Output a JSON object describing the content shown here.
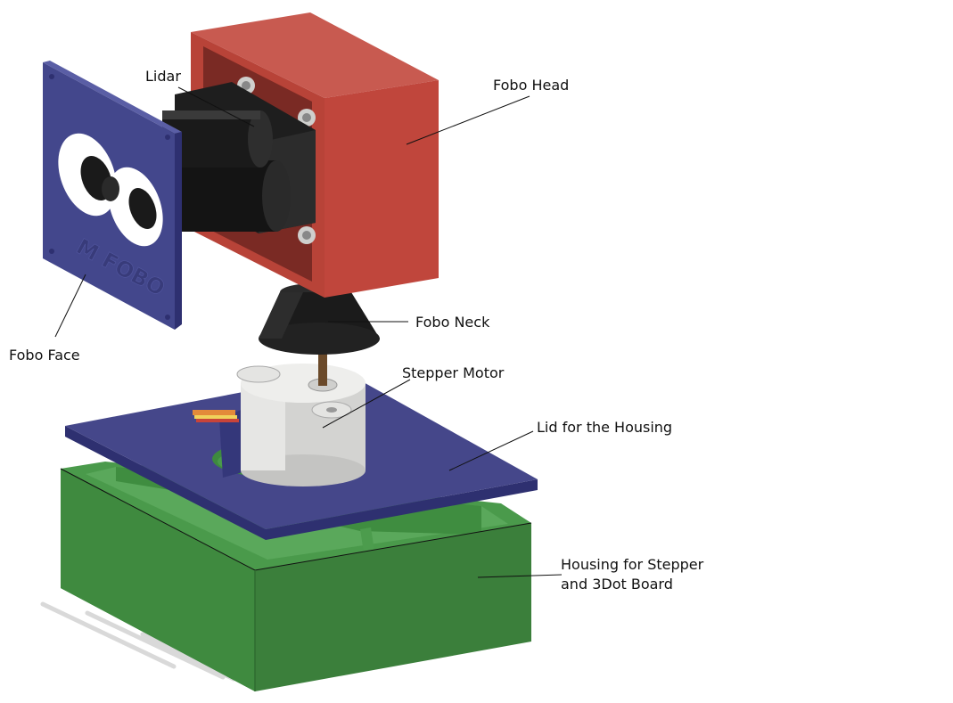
{
  "callouts": {
    "lidar": "Lidar",
    "fobo_head": "Fobo Head",
    "fobo_neck": "Fobo Neck",
    "fobo_face": "Fobo Face",
    "stepper_motor": "Stepper Motor",
    "lid_housing": "Lid for the Housing",
    "housing_line1": "Housing for Stepper",
    "housing_line2": "and 3Dot Board"
  },
  "face_engraving": "M FOBO",
  "colors": {
    "head_red": "#c0463c",
    "face_blue": "#43478c",
    "lid_blue": "#45478a",
    "housing_green": "#3e8a3f",
    "neck_black": "#1b1b1b",
    "motor_white": "#d8d8d6",
    "lidar_black": "#1e1e1e"
  }
}
